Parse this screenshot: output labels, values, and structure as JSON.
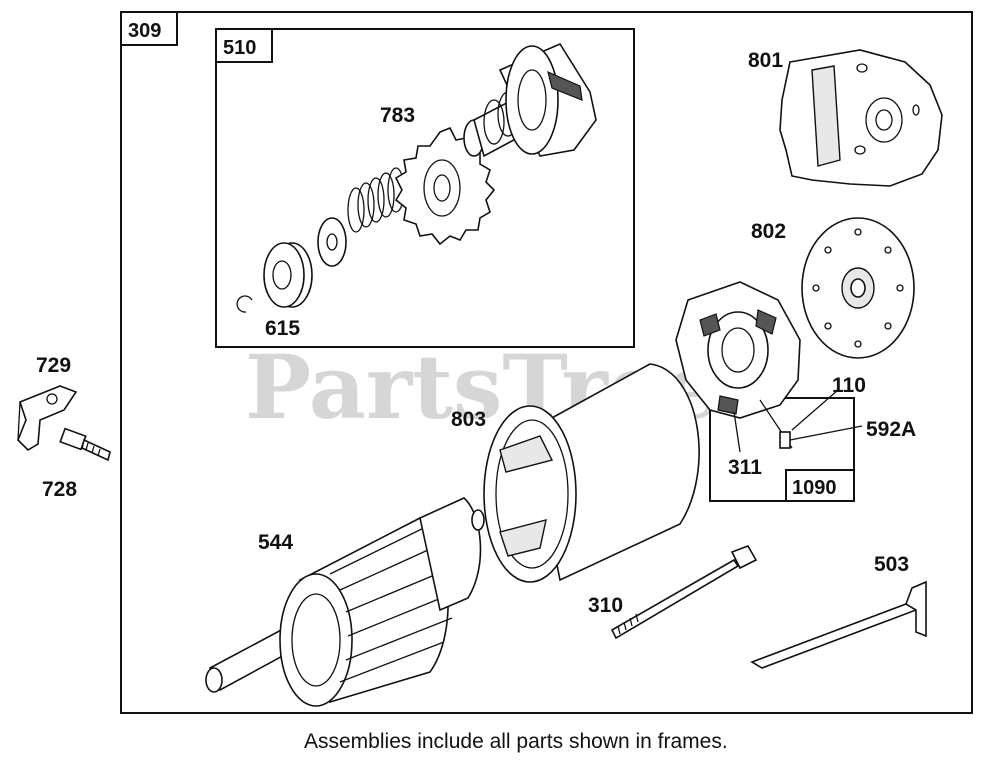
{
  "watermark": "PartsTree",
  "caption": "Assemblies include all parts shown in frames.",
  "frames": {
    "main": "309",
    "drive": "510",
    "brush": "1090"
  },
  "parts": {
    "p729": "729",
    "p728": "728",
    "p783": "783",
    "p615": "615",
    "p801": "801",
    "p802": "802",
    "p110": "110",
    "p592a": "592A",
    "p311": "311",
    "p803": "803",
    "p544": "544",
    "p310": "310",
    "p503": "503"
  }
}
